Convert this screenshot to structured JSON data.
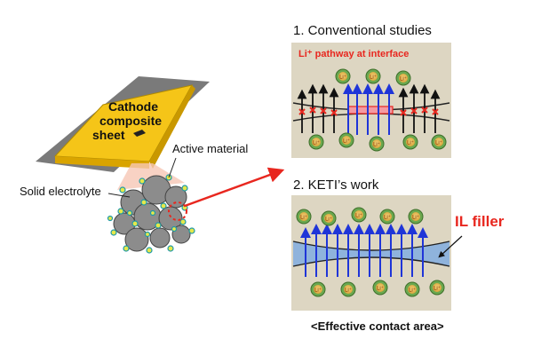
{
  "cathode_sheet": {
    "line1": "Cathode",
    "line2": "composite",
    "line3": "sheet"
  },
  "labels": {
    "active_material": "Active material",
    "solid_electrolyte": "Solid electrolyte"
  },
  "panel1": {
    "title": "1. Conventional studies",
    "pathway_label": "Li⁺ pathway at interface"
  },
  "panel2": {
    "title": "2. KETI’s work",
    "filler_label": "IL filler"
  },
  "particle_label": "Li⁺",
  "footer": "<Effective contact area>",
  "colors": {
    "sheet_fill": "#f5c518",
    "panel_bg": "#ddd6c2",
    "red_accent": "#e8271f",
    "blue_arrow": "#1f35d8",
    "il_filler": "#8fb3dc",
    "particle_green": "#6aa84f",
    "particle_gold": "#e8b84a"
  }
}
